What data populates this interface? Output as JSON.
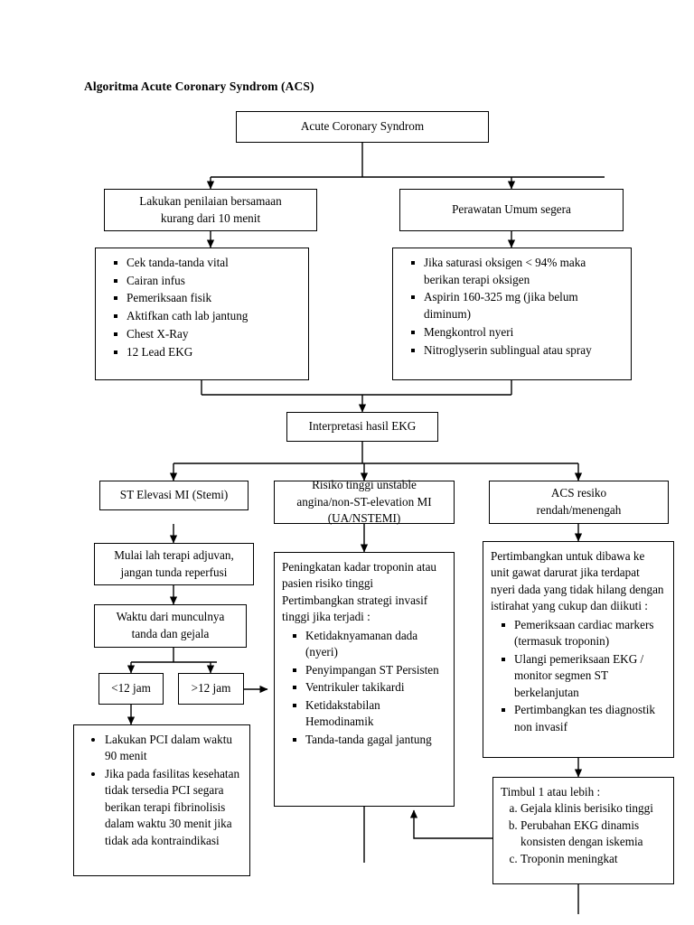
{
  "page": {
    "title": "Algoritma Acute Coronary Syndrom (ACS)",
    "background": "#ffffff",
    "line_color": "#000000"
  },
  "nodes": {
    "root": {
      "label": "Acute Coronary Syndrom"
    },
    "assessment": {
      "line1": "Lakukan penilaian bersamaan",
      "line2": "kurang dari 10 menit"
    },
    "general_care": {
      "label": "Perawatan Umum segera"
    },
    "assessment_items": {
      "bullets": [
        "Cek tanda-tanda vital",
        "Cairan infus",
        "Pemeriksaan fisik",
        "Aktifkan cath lab jantung",
        "Chest X-Ray",
        "12 Lead EKG"
      ]
    },
    "general_care_items": {
      "bullets": [
        "Jika saturasi oksigen < 94% maka berikan  terapi oksigen",
        "Aspirin 160-325 mg (jika belum diminum)",
        "Mengkontrol nyeri",
        "Nitroglyserin sublingual atau spray"
      ]
    },
    "ekg_interpretation": {
      "label": "Interpretasi hasil EKG"
    },
    "branch_stemi": {
      "label": "ST Elevasi MI (Stemi)"
    },
    "branch_nstemi": {
      "line1": "Risiko tinggi unstable",
      "line2": "angina/non-ST-elevation MI",
      "line3": "(UA/NSTEMI)"
    },
    "branch_low_risk": {
      "line1": "ACS resiko",
      "line2": "rendah/menengah"
    },
    "adjuvant": {
      "line1": "Mulai lah terapi adjuvan,",
      "line2": "jangan tunda reperfusi"
    },
    "onset_time": {
      "line1": "Waktu dari munculnya",
      "line2": "tanda dan gejala"
    },
    "under12": {
      "label": "<12 jam"
    },
    "over12": {
      "label": ">12 jam"
    },
    "pci": {
      "bullets": [
        "Lakukan PCI dalam waktu 90 menit",
        "Jika pada fasilitas kesehatan tidak tersedia PCI segara berikan terapi fibrinolisis dalam waktu 30 menit jika tidak ada kontraindikasi"
      ]
    },
    "troponin": {
      "intro": [
        "Peningkatan kadar troponin atau pasien risiko tinggi",
        "Pertimbangkan strategi invasif tinggi jika terjadi :"
      ],
      "bullets": [
        "Ketidaknyamanan dada (nyeri)",
        "Penyimpangan ST Persisten",
        "Ventrikuler takikardi",
        "Ketidakstabilan Hemodinamik",
        "Tanda-tanda gagal jantung"
      ]
    },
    "consider_ed": {
      "intro": "Pertimbangkan untuk dibawa ke unit gawat darurat jika terdapat nyeri dada yang tidak hilang dengan istirahat yang cukup dan diikuti :",
      "bullets": [
        "Pemeriksaan cardiac markers (termasuk troponin)",
        "Ulangi pemeriksaan EKG / monitor segmen ST berkelanjutan",
        "Pertimbangkan tes diagnostik non invasif"
      ]
    },
    "criteria": {
      "intro": "Timbul 1 atau lebih :",
      "items": [
        "Gejala klinis berisiko tinggi",
        "Perubahan EKG dinamis konsisten dengan iskemia",
        "Troponin meningkat"
      ]
    }
  }
}
